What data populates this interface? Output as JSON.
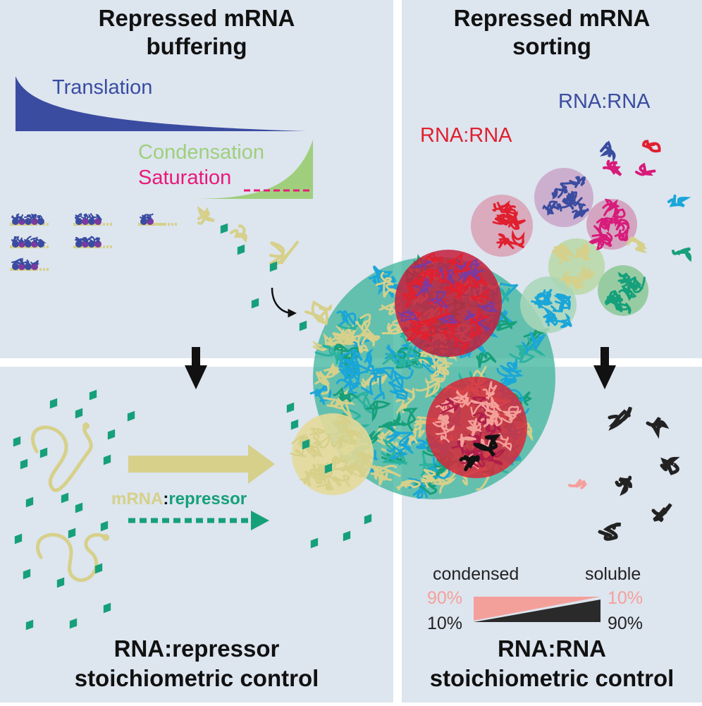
{
  "panels": {
    "top_left": {
      "title_line1": "Repressed mRNA",
      "title_line2": "buffering"
    },
    "top_right": {
      "title_line1": "Repressed mRNA",
      "title_line2": "sorting"
    },
    "bottom_left": {
      "title_line1": "RNA:repressor",
      "title_line2": "stoichiometric control"
    },
    "bottom_right": {
      "title_line1": "RNA:RNA",
      "title_line2": "stoichiometric control"
    }
  },
  "labels": {
    "translation": "Translation",
    "condensation": "Condensation",
    "saturation": "Saturation",
    "rna_rna_blue": "RNA:RNA",
    "rna_rna_red": "RNA:RNA",
    "ratio_mrna": "mRNA",
    "ratio_colon": ":",
    "ratio_repressor": "repressor"
  },
  "partition": {
    "condensed_label": "condensed",
    "soluble_label": "soluble",
    "condensed_top": "90%",
    "soluble_top": "10%",
    "condensed_bottom": "10%",
    "soluble_bottom": "90%"
  },
  "colors": {
    "panel_bg": "#dde5ef",
    "translation": "#3a4ca0",
    "condensation": "#9fcf7c",
    "saturation": "#e8197a",
    "mrna": "#d6d08a",
    "repressor": "#16a07a",
    "rna_red": "#e0202f",
    "rna_blue": "#3a4ca0",
    "rna_magenta": "#d81b7a",
    "rna_cyan": "#1aa6d8",
    "condensed_pink": "#f4a09a",
    "soluble_black": "#222222"
  }
}
